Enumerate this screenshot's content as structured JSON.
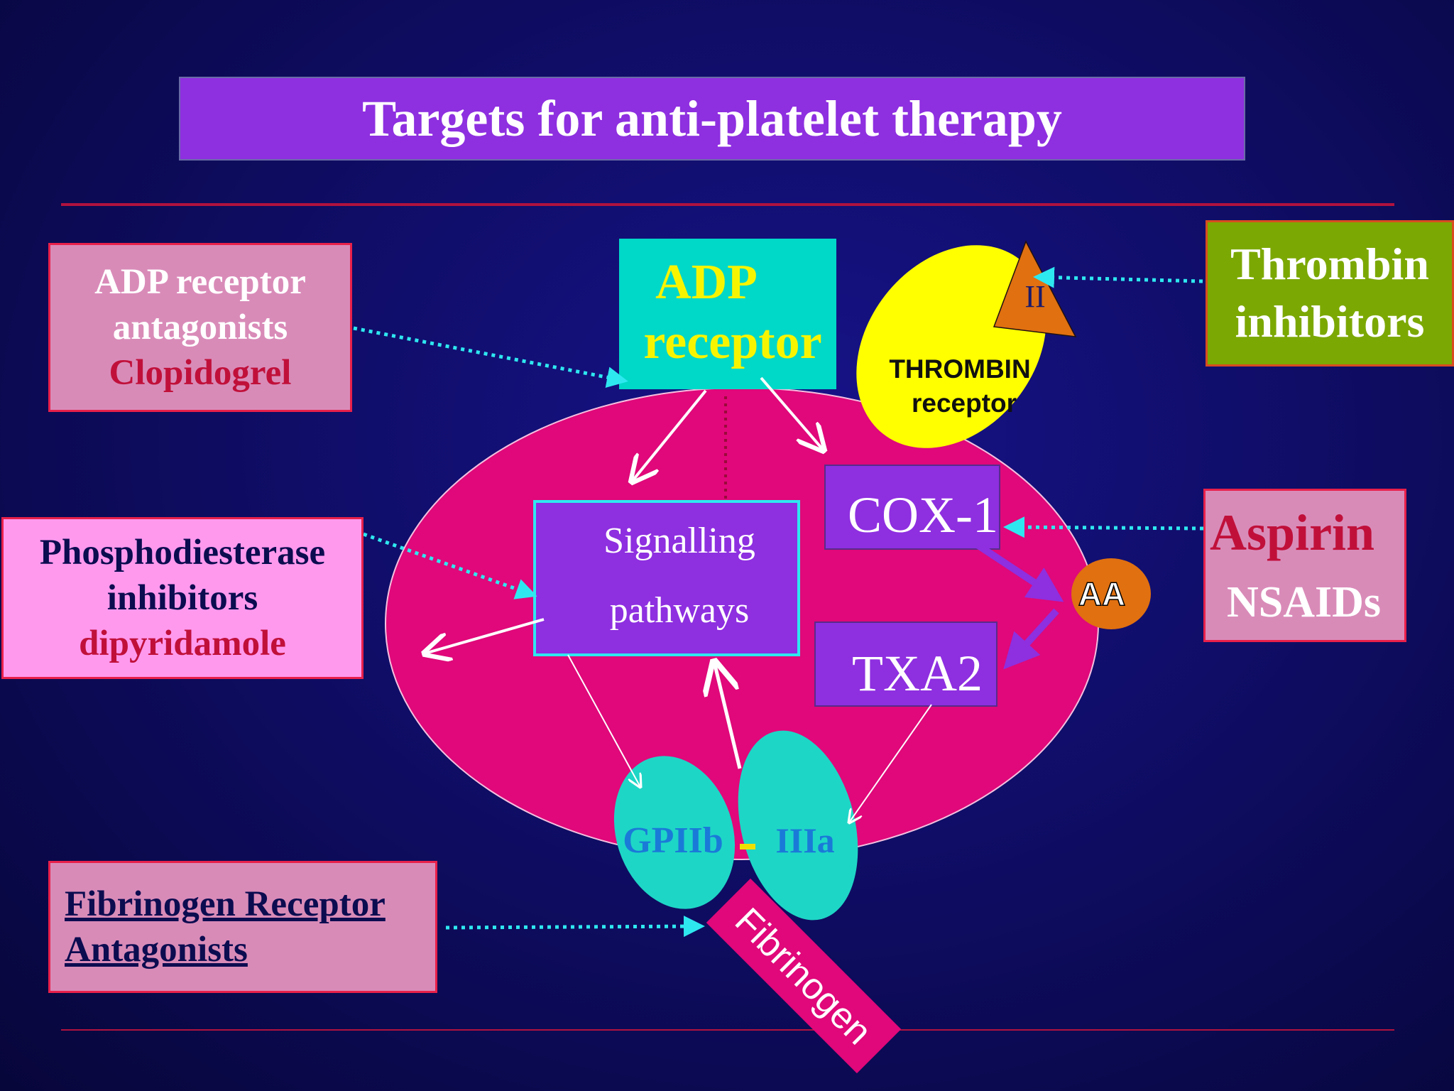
{
  "title": "Targets for anti-platelet therapy",
  "adp_antagonist_box": {
    "line1": "ADP receptor",
    "line2": "antagonists",
    "drug": "Clopidogrel"
  },
  "pde_box": {
    "line1": "Phosphodiesterase",
    "line2": "inhibitors",
    "drug": "dipyridamole"
  },
  "fibrinogen_receptor_box": {
    "line1": "Fibrinogen Receptor",
    "line2": "Antagonists"
  },
  "thrombin_inhibitor_box": {
    "line1": "Thrombin",
    "line2": "inhibitors"
  },
  "aspirin_box": {
    "drug": "Aspirin",
    "line2": "NSAIDs"
  },
  "adp_receptor": {
    "line1": "ADP",
    "line2": "receptor"
  },
  "thrombin_receptor": {
    "line1": "THROMBIN",
    "line2": "receptor",
    "triangle_label": "II"
  },
  "signalling": {
    "line1": "Signalling",
    "line2": "pathways"
  },
  "cox1_label": "COX-1",
  "txa2_label": "TXA2",
  "aa_label": "AA",
  "gp_left_label": "GPIIb",
  "gp_right_label": "IIIa",
  "fibrinogen_label": "Fibrinogen",
  "colors": {
    "background": "#0f0d66",
    "title_bar": "#8e2fe0",
    "cell": "#e0087a",
    "adp_receptor": "#00d8c8",
    "adp_receptor_text": "#f7f400",
    "thrombin_receptor": "#ffff00",
    "triangle": "#e07010",
    "signalling_box": "#8e2fe0",
    "cox_txa_box": "#8e2fe0",
    "gp_lobes": "#1ed6c6",
    "fibrinogen_bar": "#e0087a",
    "dotted_arrows": "#2ee8f0",
    "rule": "#b0123f"
  }
}
